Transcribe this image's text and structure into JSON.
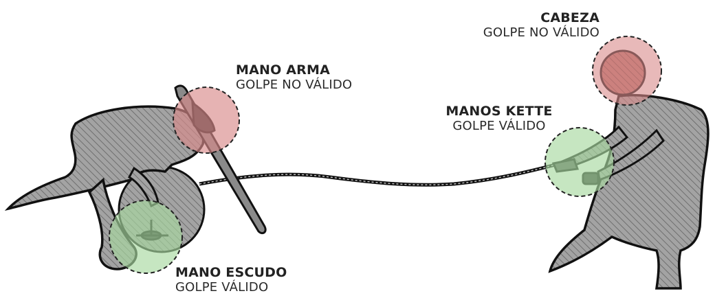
{
  "zones": [
    {
      "id": "mano-arma",
      "title": "MANO ARMA",
      "status": "GOLPE NO VÁLIDO",
      "valid": false
    },
    {
      "id": "cabeza",
      "title": "CABEZA",
      "status": "GOLPE NO VÁLIDO",
      "valid": false
    },
    {
      "id": "manos-kette",
      "title": "MANOS KETTE",
      "status": "GOLPE VÁLIDO",
      "valid": true
    },
    {
      "id": "mano-escudo",
      "title": "MANO ESCUDO",
      "status": "GOLPE VÁLIDO",
      "valid": true
    }
  ],
  "colors": {
    "invalid_zone": "#d98a8a",
    "valid_zone": "#a8d8a0",
    "figure_fill": "#9a9a9a",
    "outline": "#111111"
  }
}
